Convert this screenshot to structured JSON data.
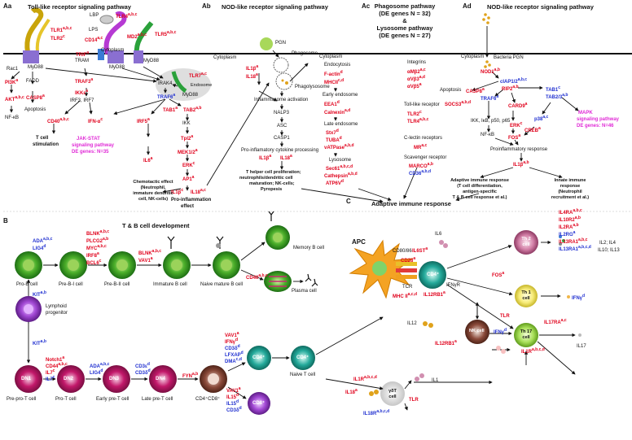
{
  "panels": {
    "Aa": {
      "letter": "Aa",
      "title": "Toll-like receptor signaling pathway"
    },
    "Ab": {
      "letter": "Ab",
      "title": "NOD-like receptor signaling pathway"
    },
    "Ac": {
      "letter": "Ac",
      "title": "Phagosome pathway",
      "title2": "(DE genes N = 32)",
      "title3": "&",
      "title4": "Lysosome pathway",
      "title5": "(DE genes N = 27)"
    },
    "Ad": {
      "letter": "Ad",
      "title": "NOD-like receptor signaling pathway"
    },
    "B": {
      "letter": "B",
      "title": "T & B cell development"
    },
    "C": {
      "letter": "C",
      "title": "Adaptive immune response"
    }
  },
  "aa": {
    "tlr1": "TLR1",
    "tlr1s": "a,b,c",
    "tlr2": "TLR2",
    "tlr2s": "c",
    "lbp": "LBP",
    "lps": "LPS",
    "cd14": "CD14",
    "cd14s": "a,c",
    "tlr4": "TLR4",
    "tlr4s": "a,b,c",
    "md2": "MD2",
    "md2s": "a,b,c",
    "tlr5": "TLR5",
    "tlr5s": "a,b,c",
    "cytoplasm": "Cytoplasm",
    "trif": "TRIF",
    "trifs": "a",
    "tram": "TRAM",
    "myd88a": "MyD88",
    "myd88b": "MyD88",
    "myd88c": "MyD88",
    "myd88d": "MyD88",
    "rac1": "Rac1",
    "pi3k": "PI3K",
    "pi3ks": "a",
    "akt": "AKT",
    "akts": "a,b,c",
    "nfkb": "NF-κB",
    "fadd": "FADD",
    "casp8": "CASP8",
    "casp8s": "a",
    "apoptosis": "Apoptosis",
    "irak4": "IRAK4",
    "tlr7": "TLR7",
    "tlr7s": "a,c",
    "endosome": "Endosome",
    "traf3": "TRAF3",
    "traf3s": "a",
    "ikke": "IKKε",
    "ikkes": "a",
    "irf37": "IRF3, IRF7",
    "cd40": "CD40",
    "cd40s": "a,b,c",
    "ifna": "IFN-α",
    "ifnas": "c",
    "irf5": "IRF5",
    "irf5s": "a",
    "traf6": "TRAF6",
    "traf6s": "a",
    "tab1": "TAB1",
    "tab1s": "a",
    "tab2": "TAB2",
    "tab2s": "a,b",
    "ikk": "IKK",
    "tpl2": "Tpl2",
    "tpl2s": "a",
    "mek12": "MEK1/2",
    "mek12s": "a",
    "erk": "ERK",
    "erks": "c",
    "ap1": "AP1",
    "ap1s": "a",
    "il1b": "IL1β",
    "il1bs": "c",
    "il18": "IL18",
    "il18s": "a,c",
    "tcell": "T cell",
    "tcell2": "stimulation",
    "jakstat": "JAK-STAT",
    "jakstat2": "signaling pathway",
    "jakstat3": "DE genes: N=35",
    "il6": "IL6",
    "il6s": "a",
    "chemo1": "Chemotactic effect",
    "chemo2": "(Neutrophil,",
    "chemo3": "immature dendritic",
    "chemo4": "cell, NK-cells)",
    "proinf1": "Pro-inflammation",
    "proinf2": "effect"
  },
  "ab": {
    "cytoplasm": "Cytoplasm",
    "pgn": "PGN",
    "phagosome": "Phagosome",
    "phagolysosome": "Phagolysosome",
    "il1b": "IL1β",
    "il1bs": "a",
    "il18": "IL18",
    "il18s": "a",
    "inflam": "Inflammasome activation",
    "nalp3": "NALP3",
    "asc": "ASC",
    "casp1": "CASP1",
    "procyt": "Pro-inflamatory cytokine processing",
    "il1b2": "IL1β",
    "il1b2s": "a",
    "il182": "IL18",
    "il182s": "a",
    "thelp1": "T helper cell proliferation;",
    "thelp2": "neutrophils/dendritic cell",
    "thelp3": "maturation; NK-cells;",
    "thelp4": "Pyropesis"
  },
  "ac": {
    "cytoplasm": "Cytoplasm",
    "endocytosis": "Endocytosis",
    "factin": "F-actin",
    "factins": "d",
    "mhcii": "MHCII",
    "mhciis": "c,d",
    "early": "Early endosome",
    "eea1": "EEA1",
    "eea1s": "d",
    "calnexin": "Calnexin",
    "calnexins": "a,d",
    "late": "Late endosome",
    "stx7": "Stx7",
    "stx7s": "d",
    "tuba": "TUBA",
    "tubas": "d",
    "vatp": "vATPase",
    "vatps": "a,b,d",
    "lyso": "Lysosome",
    "sec61": "Sec61",
    "sec61s": "a,b,c,d",
    "cathepsin": "Cathepsin",
    "cathepsins": "a,b,d",
    "atp6v": "ATP6V",
    "atp6vs": "d",
    "integrins": "Integrins",
    "amb2": "αMβ2",
    "amb2s": "a,c",
    "avb3": "αVβ3",
    "avb3s": "a,d",
    "avb5": "αVβ5",
    "avb5s": "a",
    "tlrhead": "Toll-like receptor",
    "tlr2": "TLR2",
    "tlr2s": "c",
    "tlr4": "TLR4",
    "tlr4s": "a,b,c",
    "clectin": "C-lectin receptors",
    "mr": "MR",
    "mrs": "a,c",
    "scav": "Scavenger receptor",
    "marco": "MARCO",
    "marcos": "a,b",
    "cd36": "CD36",
    "cd36s": "a,b,d"
  },
  "ad": {
    "cytoplasm": "Cytoplasm",
    "bpgn": "Bacteria PGN",
    "nod1": "NOD1",
    "nod1s": "a,b",
    "apoptosis": "Apoptosis",
    "casp8": "CASP8",
    "casp8s": "a",
    "ciap": "cIAP1/2",
    "ciaps": "a,b,c",
    "rip2": "RIP2",
    "rip2s": "a,b",
    "tab1": "TAB1",
    "tab1s": "c",
    "tab23": "TAB2/3",
    "tab23s": "a,b",
    "socs3": "SOCS3",
    "socs3s": "a,b,d",
    "traf6": "TRAF6",
    "traf6s": "a",
    "card9": "CARD9",
    "card9s": "a",
    "p38": "p38",
    "p38s": "a,c",
    "mapk": "MAPK",
    "mapk2": "signaling pathway",
    "mapk3": "DE genes: N=46",
    "ikk": "IKK, IκB, p50, p65",
    "erk": "ERK",
    "erks": "c",
    "creb": "CREB",
    "crebs": "a",
    "nfkb": "NF-κB",
    "fos": "FOS",
    "foss": "a",
    "proinf": "Proinflammatory response",
    "il1b": "IL1β",
    "il1bs": "a,b",
    "adapt1": "Adaptive immune response",
    "adapt2": "(T cell differentiation,",
    "adapt3": "antigen-specific",
    "adapt4": "T & B cell response et al.)",
    "innate1": "Innate immune",
    "innate2": "response",
    "innate3": "(Neutrophil",
    "innate4": "recruitment et al.)"
  },
  "b": {
    "ada": "ADA",
    "adas": "a,b,c",
    "lig4": "LIG4",
    "lig4s": "d",
    "prob": "Pro-B cell",
    "blnk": "BLNK",
    "blnks": "a,b,c",
    "plcg2": "PLCG2",
    "plcg2s": "a,b",
    "myc": "MYC",
    "mycs": "a,b,c",
    "irf8": "IRF8",
    "irf8s": "a",
    "bcl6": "BCL6",
    "bcl6s": "c",
    "prebi": "Pre-B-I cell",
    "blnk2": "BLNK",
    "blnk2s": "a,b,c",
    "vav1": "VAV1",
    "vav1s": "a",
    "prebii": "Pre-B-II cell",
    "immb": "Immature B cell",
    "naiveb": "Naive mature B cell",
    "cd40": "CD40",
    "cd40s": "a,b,c",
    "memb": "Memory B cell",
    "plasma": "Plasma cell",
    "kit": "KIT",
    "kits": "a,b",
    "lymph1": "Lymphoid",
    "lymph2": "progenitor",
    "kit2": "KIT",
    "kit2s": "a,b",
    "notch1": "Notch1",
    "notch1s": "a",
    "cd44": "CD44",
    "cd44s": "a,b,c",
    "il7": "IL7",
    "il7s": "c",
    "il7r": "IL7",
    "il7rs": "c",
    "ada2": "ADA",
    "ada2s": "a,b,c",
    "lig42": "LIG4",
    "lig42s": "d",
    "cd3e": "CD3ε",
    "cd3es": "d",
    "cd3d": "CD3δ",
    "cd3ds": "d",
    "fyn": "FYN",
    "fyns": "a,b",
    "dn1": "DN1",
    "dn2": "DN2",
    "dn3": "DN3",
    "dn4": "DN4",
    "preprot": "Pre-pro-T cell",
    "prot": "Pro-T cell",
    "earlyt": "Early pre-T cell",
    "latet": "Late pre-T cell",
    "dp": "CD4⁺CD8⁺",
    "vav12": "VAV1",
    "vav12s": "a",
    "ifng": "IFNγ",
    "ifngs": "d",
    "cd3d2": "CD3δ",
    "cd3d2s": "d",
    "lfxap": "LFXAP",
    "lfxaps": "d",
    "dma": "DMA",
    "dmas": "c,d",
    "cd4a": "CD4⁺",
    "cd4b": "CD4⁺",
    "naivet": "Naive T cell",
    "vav13": "VAV1",
    "vav13s": "a",
    "il15": "IL15",
    "il15s": "d",
    "il152": "IL15",
    "il152s": "d",
    "cd3d3": "CD3δ",
    "cd3d3s": "d",
    "cd8": "CD8⁺"
  },
  "c": {
    "apc": "APC",
    "cd8086": "CD80/86",
    "cd28": "CD28",
    "cd28s": "a",
    "tcr": "TCR",
    "mhcii": "MHC II",
    "mhciis": "a,c,d",
    "il6": "IL6",
    "il6st": "IL6ST",
    "il6sts": "a",
    "cd4": "CD4⁺",
    "ifngr": "IFNγR",
    "il12rb1": "IL12RB1",
    "il12rb1s": "a",
    "il12": "IL12",
    "il12rb12": "IL12RB1",
    "il12rb12s": "a",
    "nk": "NK cell",
    "ifng": "IFNγ",
    "ifngs": "d",
    "il4ra": "IL4RA",
    "il4ras": "a,b,c",
    "il10r2": "IL10R2",
    "il10r2s": "a,b",
    "il2ra": "IL2RA",
    "il2ras": "a,b",
    "il2rg": "IL2RG",
    "il2rgs": "a",
    "il13ra1": "IL13RA1",
    "il13ra1s": "a,b,c",
    "il13ra12": "IL13RA1",
    "il13ra12s": "a,b,c,d",
    "th2": "Th 2",
    "th2b": "cell",
    "cyto1": "IL2; IL4",
    "cyto2": "IL10; IL13",
    "fos": "FOS",
    "foss": "a",
    "th1": "Th 1",
    "th1b": "cell",
    "ifng2": "IFNγ",
    "ifng2s": "d",
    "tlr": "TLR",
    "il17ra": "IL17RA",
    "il17ras": "a,c",
    "th17": "Th 17",
    "th17b": "cell",
    "il17": "IL17",
    "il1r": "IL1R",
    "il1rs": "a,b,c,d",
    "il1r2": "IL1R",
    "il1r2s": "a,b,c,d",
    "il1": "IL1",
    "il18": "IL18",
    "il18s": "a",
    "il18r": "IL18R",
    "il18rs": "a,b,c,d",
    "gdt": "γδT",
    "gdtb": "cell",
    "tlr2": "TLR"
  },
  "colors": {
    "up": "#e0001b",
    "down": "#1f2fd0",
    "pathway": "#e02ad6",
    "cell": "#1a8f2a"
  }
}
